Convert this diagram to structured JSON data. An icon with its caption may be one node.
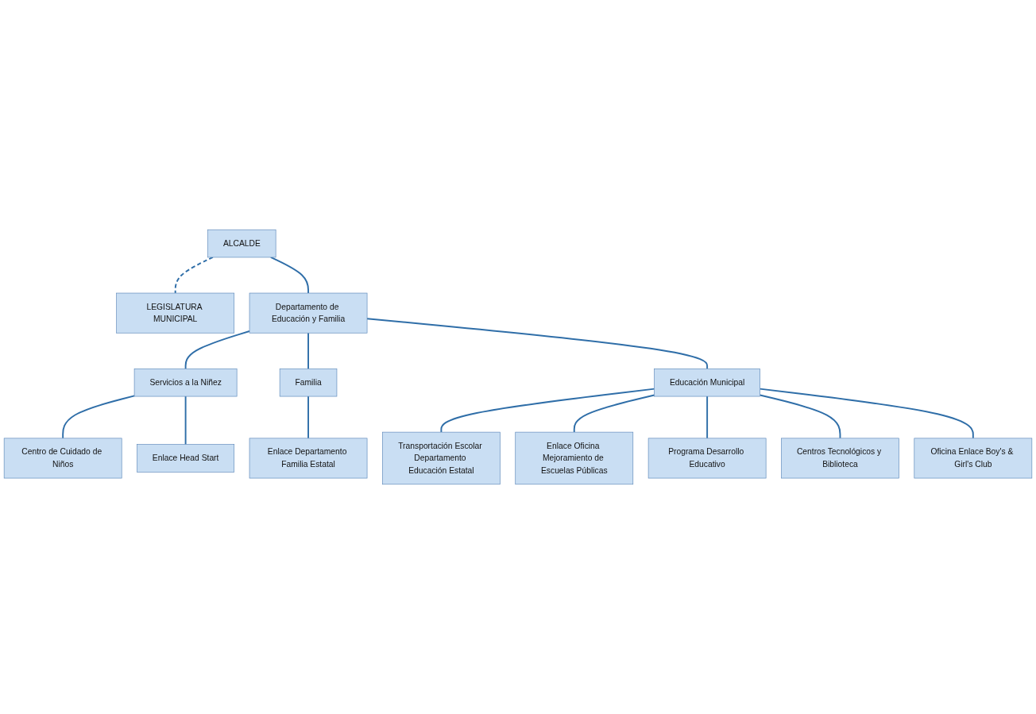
{
  "diagram": {
    "nodes": [
      {
        "text": [
          "ALCALDE"
        ]
      },
      {
        "text": [
          "LEGISLATURA MUNICIPAL"
        ]
      },
      {
        "text": [
          "Departamento de Educación y Familia"
        ]
      },
      {
        "text": [
          "Servicios a la Niñez"
        ]
      },
      {
        "text": [
          "Familia"
        ]
      },
      {
        "text": [
          "Educación Municipal"
        ]
      },
      {
        "text": [
          "Centro de Cuidado de Niños"
        ]
      },
      {
        "text": [
          "Enlace Head Start"
        ]
      },
      {
        "text": [
          "Enlace Departamento Familia Estatal"
        ]
      },
      {
        "text": [
          "Transportación Escolar Departamento Educación Estatal"
        ]
      },
      {
        "text": [
          "Enlace Oficina Mejoramiento de Escuelas Públicas"
        ]
      },
      {
        "text": [
          "Programa Desarrollo Educativo"
        ]
      },
      {
        "text": [
          "Centros Tecnológicos y Biblioteca"
        ]
      },
      {
        "text": [
          "Oficina Enlace Boy's & Girl's Club"
        ]
      }
    ],
    "edges": [
      {
        "from": 0,
        "to": 1,
        "arrow": "none",
        "style": "dashed"
      },
      {
        "from": 0,
        "to": 2,
        "arrow": "none"
      },
      {
        "from": 2,
        "to": 3,
        "arrow": "none"
      },
      {
        "from": 2,
        "to": 4,
        "arrow": "none"
      },
      {
        "from": 2,
        "to": 5,
        "arrow": "none"
      },
      {
        "from": 3,
        "to": 6,
        "arrow": "none"
      },
      {
        "from": 3,
        "to": 7,
        "arrow": "none"
      },
      {
        "from": 4,
        "to": 8,
        "arrow": "none"
      },
      {
        "from": 5,
        "to": 9,
        "arrow": "none"
      },
      {
        "from": 5,
        "to": 10,
        "arrow": "none"
      },
      {
        "from": 5,
        "to": 11,
        "arrow": "none"
      },
      {
        "from": 5,
        "to": 12,
        "arrow": "none"
      },
      {
        "from": 5,
        "to": 13,
        "arrow": "none"
      }
    ]
  }
}
